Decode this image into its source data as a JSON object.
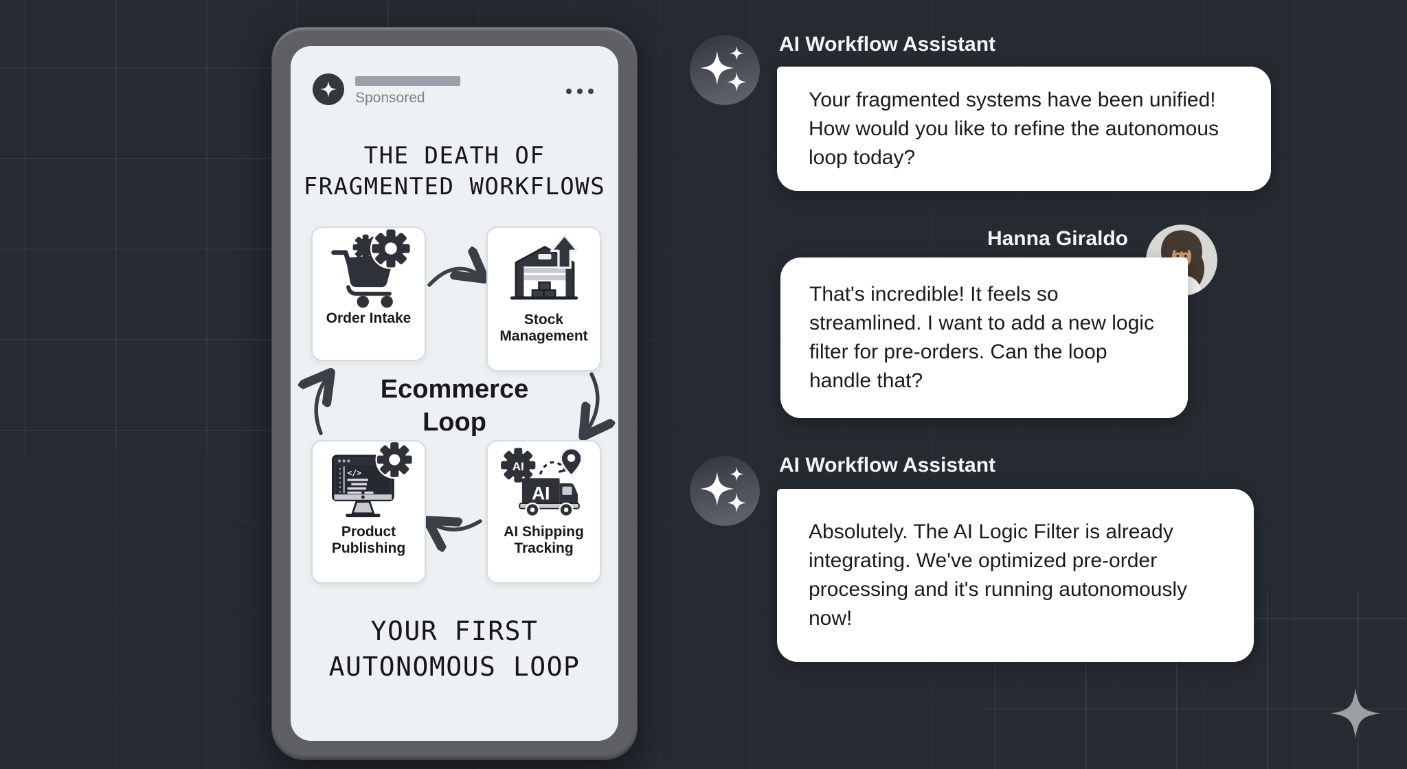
{
  "colors": {
    "background": "#262a31",
    "phone_frame": "#5e6066",
    "screen": "#edf1f4",
    "icon_dark": "#2e3138",
    "bubble": "#ffffff",
    "sparkle_decoration": "#9d9fa3"
  },
  "phone": {
    "sponsored_label": "Sponsored",
    "headline_line1": "THE DEATH OF",
    "headline_line2": "FRAGMENTED WORKFLOWS",
    "loop_label_line1": "Ecommerce",
    "loop_label_line2": "Loop",
    "nodes": [
      {
        "label": "Order Intake",
        "icon": "cart-gears-icon"
      },
      {
        "label": "Stock Management",
        "icon": "warehouse-up-arrow-icon"
      },
      {
        "label": "Product Publishing",
        "icon": "monitor-code-gear-icon"
      },
      {
        "label": "AI Shipping Tracking",
        "icon": "ai-truck-tracking-icon",
        "gear_text": "AI",
        "truck_text": "AI"
      }
    ],
    "footer_line1": "YOUR FIRST",
    "footer_line2": "AUTONOMOUS LOOP"
  },
  "chat": {
    "messages": [
      {
        "sender": "AI Workflow Assistant",
        "side": "left",
        "avatar": "sparkles-icon",
        "text": "Your fragmented systems have been unified! How would you like to refine the autonomous loop today?"
      },
      {
        "sender": "Hanna Giraldo",
        "side": "right",
        "avatar": "hanna-photo",
        "text": "That's incredible! It feels so streamlined. I want to add a new logic filter for pre-orders. Can the loop handle that?"
      },
      {
        "sender": "AI Workflow Assistant",
        "side": "left",
        "avatar": "sparkles-icon",
        "text": "Absolutely. The AI Logic Filter is already integrating. We've optimized pre-order processing and it's running autonomously now!"
      }
    ]
  }
}
